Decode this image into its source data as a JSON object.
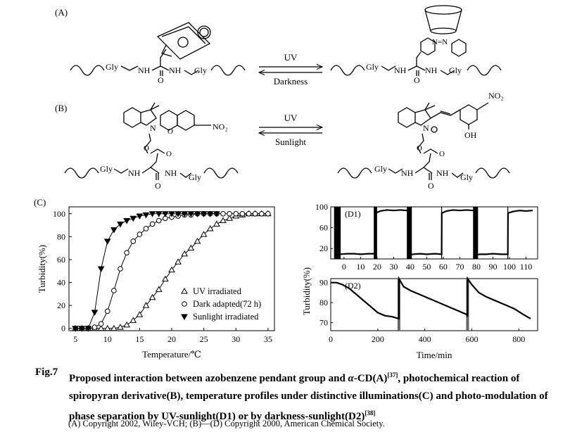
{
  "panel_a": {
    "label": "(A)",
    "left_chain": {
      "gly1": "Gly",
      "nh1": "NH",
      "nh2": "NH",
      "gly2": "Gly",
      "o": "O"
    },
    "right_chain": {
      "gly1": "Gly",
      "nh1": "NH",
      "nh2": "NH",
      "gly2": "Gly",
      "o": "O",
      "azo": "N=N"
    },
    "arrow_top": "UV",
    "arrow_bottom": "Darkness"
  },
  "panel_b": {
    "label": "(B)",
    "left_chain": {
      "gly1": "Gly",
      "nh1": "NH",
      "nh2": "NH",
      "gly2": "Gly",
      "o": "O",
      "n": "N",
      "o_ring": "O",
      "ester_o1": "O",
      "ester_o2": "O",
      "nitro": "NO₂"
    },
    "right_chain": {
      "gly1": "Gly",
      "nh1": "NH",
      "nh2": "NH",
      "gly2": "Gly",
      "o": "O",
      "n": "N",
      "ester_o1": "O",
      "ester_o2": "O",
      "nitro": "NO₂",
      "oh": "OH"
    },
    "arrow_top": "UV",
    "arrow_bottom": "Sunlight"
  },
  "chart_data": [
    {
      "type": "scatter",
      "panel": "(C)",
      "xlabel": "Temperature/℃",
      "ylabel": "Turbidity(%)",
      "xlim": [
        4,
        36
      ],
      "ylim": [
        -2,
        106
      ],
      "xticks": [
        5,
        10,
        15,
        20,
        25,
        30,
        35
      ],
      "yticks": [
        0,
        20,
        40,
        60,
        80,
        100
      ],
      "legend_position": "lower-right",
      "series": [
        {
          "name": "UV irradiated",
          "marker": "triangle-open",
          "x": [
            5,
            6,
            7,
            8,
            9,
            10,
            11,
            12,
            13,
            14,
            15,
            16,
            17,
            18,
            19,
            20,
            21,
            22,
            23,
            24,
            25,
            26,
            27,
            28,
            29,
            30,
            31,
            32,
            33,
            34,
            35
          ],
          "y": [
            0,
            0,
            0,
            0,
            0,
            0,
            0,
            1,
            3,
            7,
            12,
            20,
            27,
            34,
            43,
            51,
            58,
            65,
            70,
            76,
            82,
            87,
            91,
            94,
            96,
            98,
            99,
            100,
            100,
            100,
            100
          ]
        },
        {
          "name": "Dark adapted(72 h)",
          "marker": "circle-open",
          "x": [
            5,
            6,
            7,
            8,
            9,
            10,
            11,
            12,
            13,
            14,
            15,
            16,
            17,
            18,
            19,
            20,
            21,
            22,
            23,
            24,
            25,
            26,
            27,
            28,
            29,
            30,
            31,
            32,
            33,
            34,
            35
          ],
          "y": [
            0,
            0,
            0,
            1,
            4,
            15,
            33,
            52,
            66,
            76,
            82,
            87,
            91,
            94,
            96,
            97,
            98,
            99,
            99,
            100,
            100,
            100,
            100,
            100,
            100,
            100,
            100,
            100,
            100,
            100,
            100
          ]
        },
        {
          "name": "Sunlight irradiated",
          "marker": "triangle-down-filled",
          "x": [
            5,
            6,
            7,
            8,
            9,
            10,
            11,
            12,
            13,
            14,
            15,
            16,
            17,
            18,
            19,
            20,
            21,
            22,
            23,
            24,
            25,
            26,
            27
          ],
          "y": [
            0,
            0,
            0,
            14,
            52,
            76,
            86,
            91,
            94,
            96,
            98,
            99,
            100,
            100,
            100,
            100,
            100,
            100,
            100,
            100,
            100,
            100,
            100
          ]
        }
      ]
    },
    {
      "type": "line",
      "panel": "(D1)",
      "xlabel": "",
      "ylabel": "Turbidity(%)",
      "xlim": [
        -8,
        117
      ],
      "ylim": [
        0,
        100
      ],
      "xticks": [
        0,
        10,
        20,
        30,
        40,
        50,
        60,
        70,
        80,
        90,
        100,
        110
      ],
      "yticks": [
        20,
        60,
        100
      ],
      "series": [
        {
          "x": [
            -5,
            -2,
            2,
            6,
            10,
            15,
            19,
            19.1,
            22,
            26,
            30,
            34,
            38,
            39,
            39.1,
            42,
            46,
            50,
            55,
            59,
            59.1,
            62,
            66,
            70,
            74,
            78,
            79,
            79.1,
            82,
            86,
            90,
            95,
            99,
            99.1,
            102,
            106,
            110,
            114
          ],
          "y": [
            8,
            9,
            10,
            10,
            9,
            10,
            10,
            88,
            92,
            94,
            93,
            94,
            93,
            94,
            8,
            9,
            10,
            9,
            10,
            9,
            88,
            92,
            94,
            93,
            94,
            93,
            94,
            7,
            9,
            9,
            10,
            9,
            9,
            88,
            91,
            93,
            92,
            93
          ]
        }
      ]
    },
    {
      "type": "line",
      "panel": "(D2)",
      "xlabel": "Time/min",
      "ylabel": "",
      "xlim": [
        0,
        880
      ],
      "ylim": [
        66,
        92
      ],
      "xticks": [
        0,
        200,
        400,
        600,
        800
      ],
      "yticks": [
        70,
        80,
        90
      ],
      "series": [
        {
          "x": [
            0,
            25,
            50,
            80,
            110,
            140,
            170,
            200,
            230,
            260,
            290,
            290.1,
            310,
            340,
            380,
            420,
            460,
            500,
            540,
            580,
            582,
            582.1,
            600,
            630,
            660,
            700,
            740,
            780,
            820,
            850
          ],
          "y": [
            90,
            90,
            89,
            87,
            84,
            81,
            78,
            75,
            73.5,
            73,
            72,
            92,
            88,
            86,
            84,
            82,
            80,
            78,
            76,
            74,
            73,
            92,
            89,
            85,
            83,
            81,
            79,
            77,
            74,
            72
          ]
        }
      ]
    }
  ],
  "caption": {
    "fig_label": "Fig.7",
    "line1_a": "Proposed interaction between azobenzene pendant group and ",
    "alpha": "α",
    "line1_b": "-CD(A)",
    "ref1": "[37]",
    "line1_c": ", photochemical reaction of spiropyran derivative(B), temperature profiles under distinctive illuminations(C) and photo-modulation of phase separation by UV-sunlight(D1) or by darkness-sunlight(D2)",
    "ref2": "[38]",
    "copyright": "(A) Copyright 2002, Wiley-VCH; (B)—(D) Copyright 2000, American Chemical Society."
  }
}
